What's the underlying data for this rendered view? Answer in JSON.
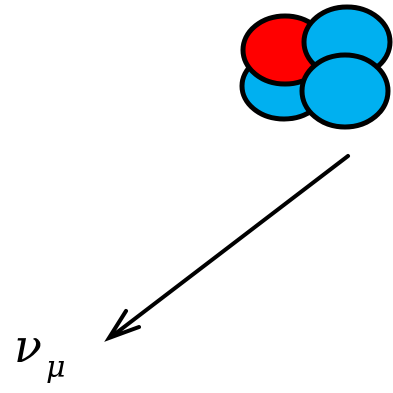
{
  "diagram": {
    "particle_label": "ν",
    "particle_subscript": "μ",
    "nucleus": {
      "nucleons": [
        {
          "kind": "proton",
          "color": "#ff0000"
        },
        {
          "kind": "neutron",
          "color": "#00b0f0"
        },
        {
          "kind": "neutron",
          "color": "#00b0f0"
        },
        {
          "kind": "neutron",
          "color": "#00b0f0"
        }
      ],
      "outline_color": "#000000"
    },
    "arrow_color": "#000000"
  }
}
